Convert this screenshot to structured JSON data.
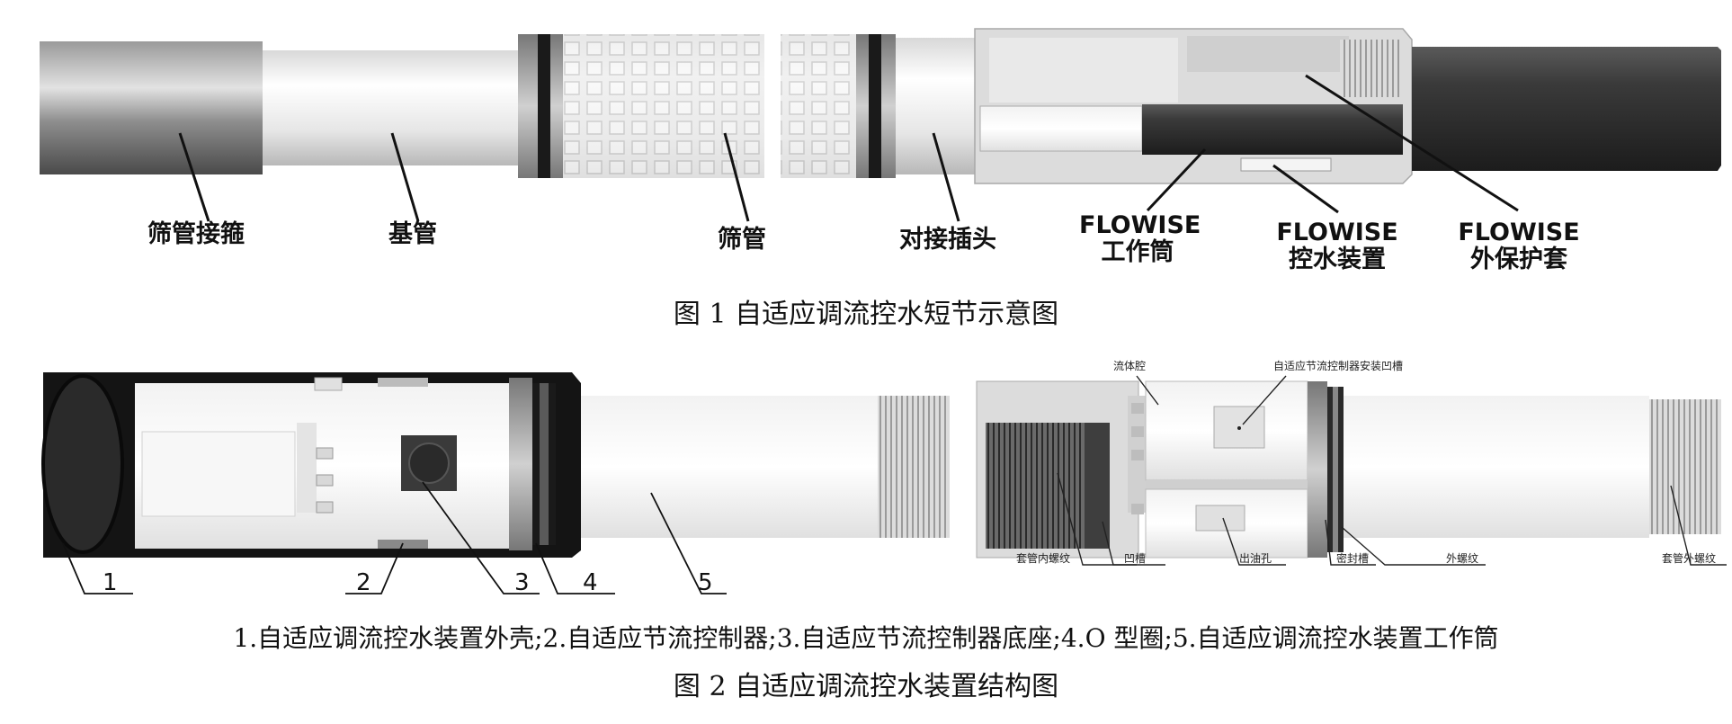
{
  "figure1": {
    "labels": {
      "coupling": "筛管接箍",
      "base_pipe": "基管",
      "screen": "筛管",
      "connector": "对接插头",
      "work_tube_1": "FLOWISE",
      "work_tube_2": "工作筒",
      "control_device_1": "FLOWISE",
      "control_device_2": "控水装置",
      "outer_sleeve_1": "FLOWISE",
      "outer_sleeve_2": "外保护套"
    },
    "caption": "图 1  自适应调流控水短节示意图"
  },
  "figure2": {
    "numbers": [
      "1",
      "2",
      "3",
      "4",
      "5"
    ],
    "right_labels": {
      "fluid_cavity": "流体腔",
      "install_groove": "自适应节流控制器安装凹槽",
      "casing_inner_thread": "套管内螺纹",
      "groove": "凹槽",
      "oil_outlet": "出油孔",
      "seal_groove": "密封槽",
      "outer_thread": "外螺纹",
      "casing_outer_thread": "套管外螺纹"
    },
    "legend": "1.自适应调流控水装置外壳;2.自适应节流控制器;3.自适应节流控制器底座;4.O 型圈;5.自适应调流控水装置工作筒",
    "caption": "图 2  自适应调流控水装置结构图"
  }
}
